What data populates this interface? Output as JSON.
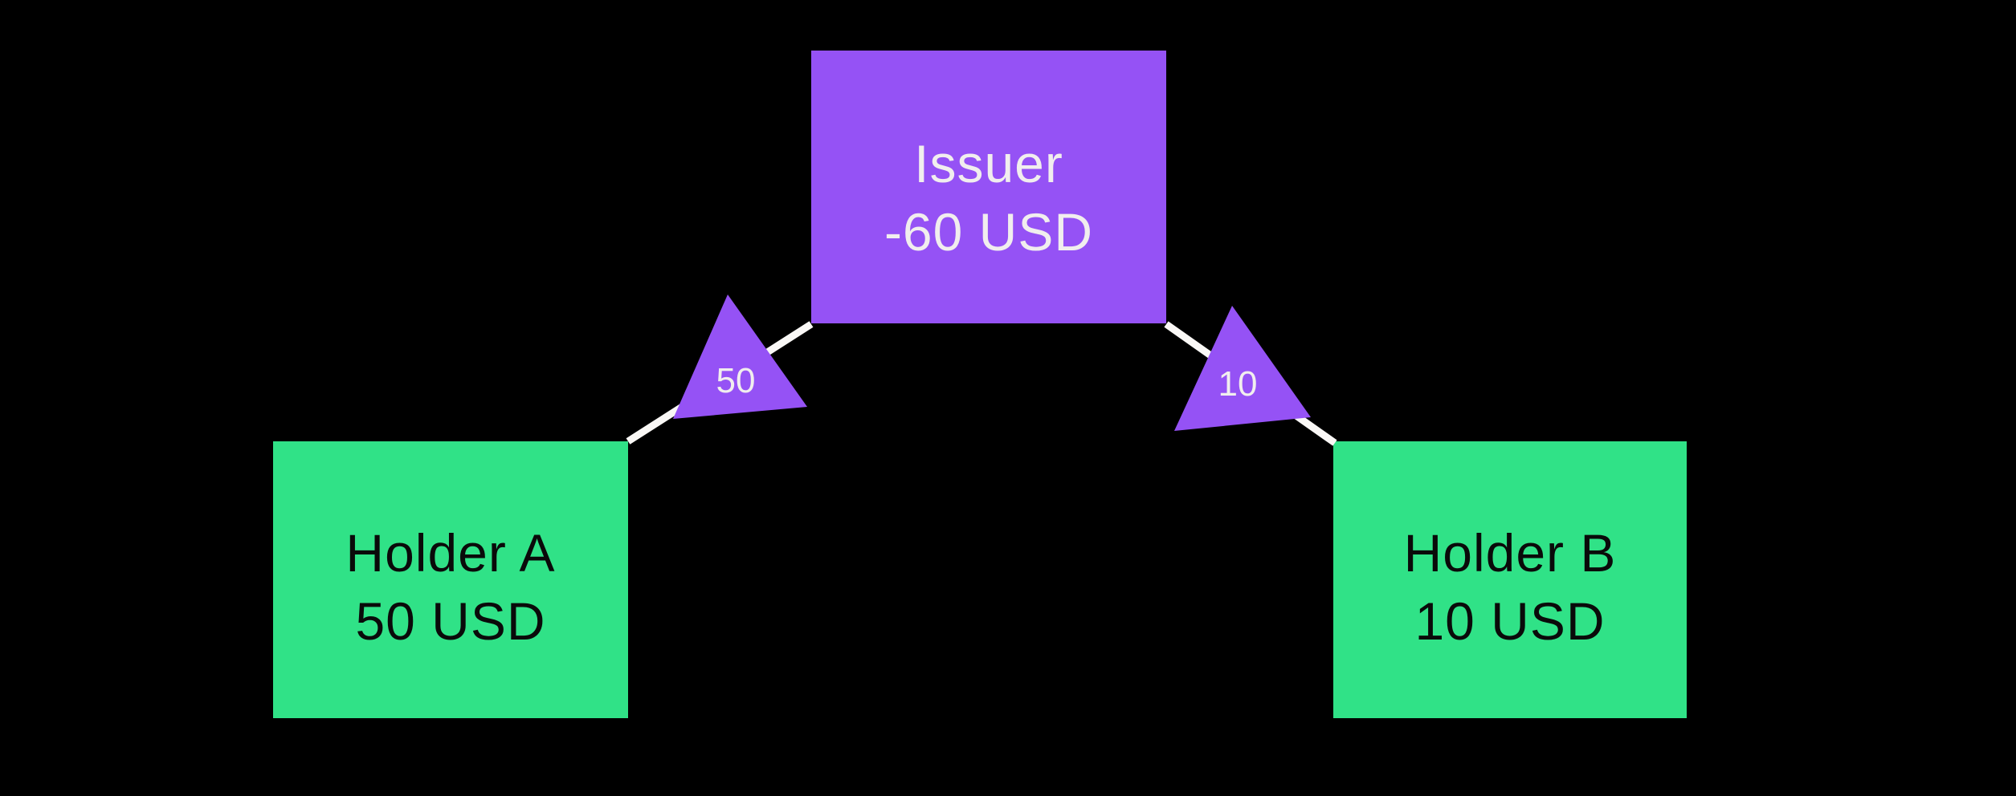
{
  "diagram": {
    "nodes": {
      "issuer": {
        "name": "Issuer",
        "amount": "-60 USD"
      },
      "holder_a": {
        "name": "Holder A",
        "amount": "50 USD"
      },
      "holder_b": {
        "name": "Holder B",
        "amount": "10 USD"
      }
    },
    "edges": {
      "to_holder_a": {
        "label": "50"
      },
      "to_holder_b": {
        "label": "10"
      }
    },
    "colors": {
      "background": "#000000",
      "issuer_fill": "#9552F5",
      "holder_fill": "#30E287",
      "issuer_text": "#F1EEEE",
      "holder_text": "#0A0A0A",
      "edge_stroke": "#FAF8F6",
      "arrow_fill": "#9552F5",
      "arrow_text": "#F1EEEE"
    }
  }
}
